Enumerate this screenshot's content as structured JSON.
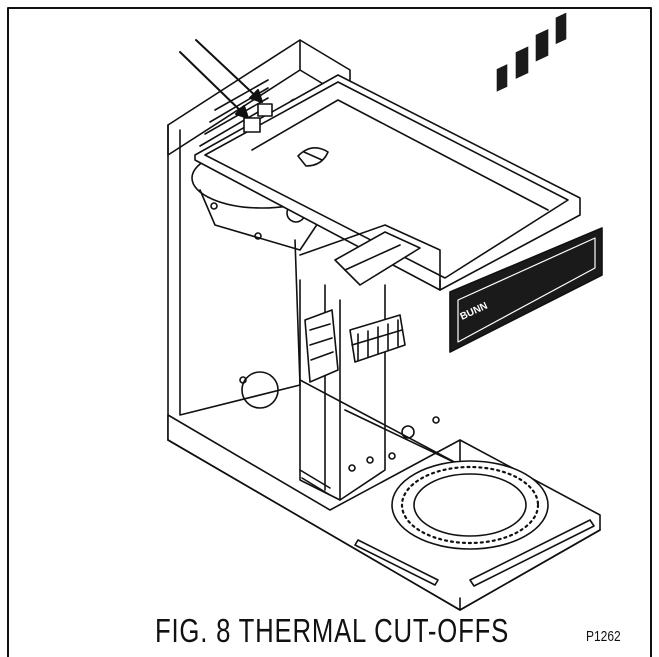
{
  "figure": {
    "caption": "FIG. 8 THERMAL CUT-OFFS",
    "part_number": "P1262",
    "brand_label": "BUNN"
  },
  "colors": {
    "line": "#111111",
    "panel": "#1a1a1a",
    "background": "#ffffff"
  }
}
